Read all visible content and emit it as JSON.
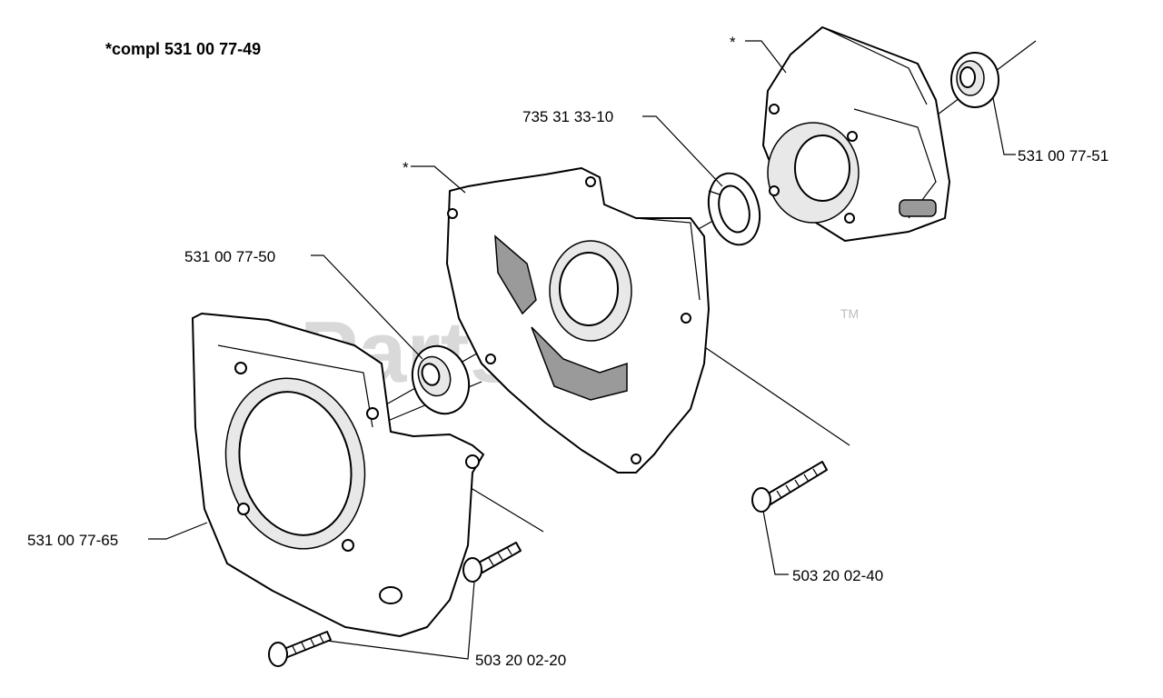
{
  "title": "*compl 531 00 77-49",
  "watermark": "PartsTree",
  "trademark": "TM",
  "asterisk": "*",
  "labels": {
    "seal_right": "531 00 77-51",
    "retaining_ring": "735 31 33-10",
    "seal_left": "531 00 77-50",
    "cover": "531 00 77-65",
    "screw_long": "503 20 02-40",
    "screw_short": "503 20 02-20"
  },
  "colors": {
    "line": "#000000",
    "watermark": "#d9d9d9",
    "background": "#ffffff"
  }
}
